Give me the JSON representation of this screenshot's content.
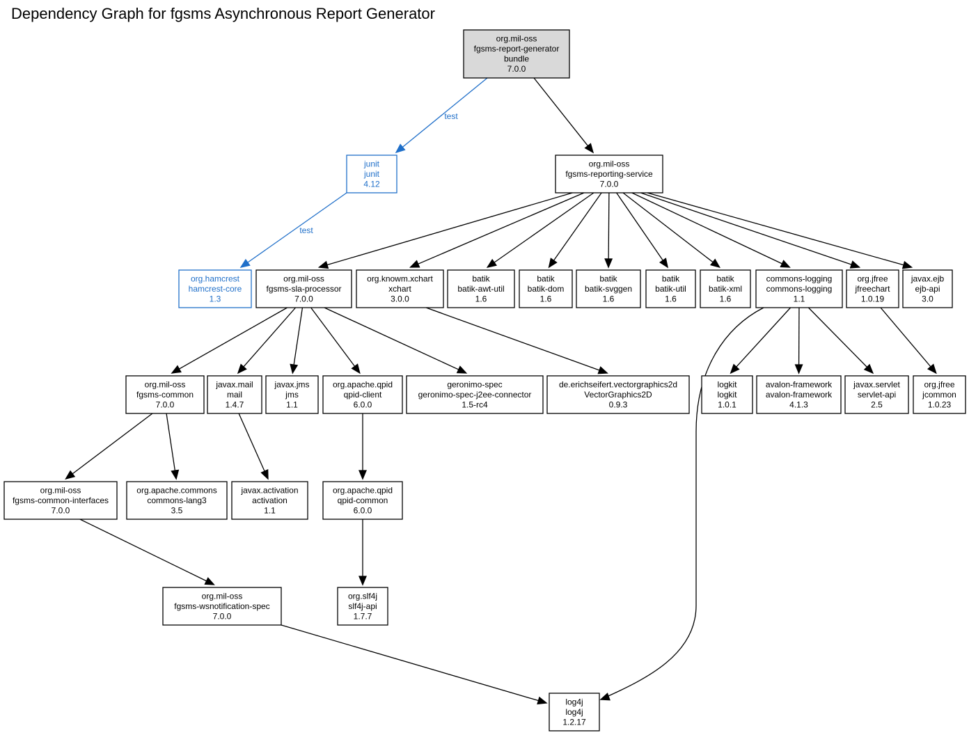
{
  "title": "Dependency Graph for fgsms Asynchronous Report Generator",
  "colors": {
    "test_edge": "#1f6fc9",
    "root_fill": "#d9d9d9",
    "default_edge": "#000000"
  },
  "nodes": [
    {
      "id": "root",
      "lines": [
        "org.mil-oss",
        "fgsms-report-generator",
        "bundle",
        "7.0.0"
      ],
      "style": "root"
    },
    {
      "id": "junit",
      "lines": [
        "junit",
        "junit",
        "4.12"
      ],
      "style": "test"
    },
    {
      "id": "reporting",
      "lines": [
        "org.mil-oss",
        "fgsms-reporting-service",
        "7.0.0"
      ]
    },
    {
      "id": "hamcrest",
      "lines": [
        "org.hamcrest",
        "hamcrest-core",
        "1.3"
      ],
      "style": "test"
    },
    {
      "id": "sla",
      "lines": [
        "org.mil-oss",
        "fgsms-sla-processor",
        "7.0.0"
      ]
    },
    {
      "id": "xchart",
      "lines": [
        "org.knowm.xchart",
        "xchart",
        "3.0.0"
      ]
    },
    {
      "id": "awt",
      "lines": [
        "batik",
        "batik-awt-util",
        "1.6"
      ]
    },
    {
      "id": "dom",
      "lines": [
        "batik",
        "batik-dom",
        "1.6"
      ]
    },
    {
      "id": "svggen",
      "lines": [
        "batik",
        "batik-svggen",
        "1.6"
      ]
    },
    {
      "id": "butil",
      "lines": [
        "batik",
        "batik-util",
        "1.6"
      ]
    },
    {
      "id": "bxml",
      "lines": [
        "batik",
        "batik-xml",
        "1.6"
      ]
    },
    {
      "id": "clog",
      "lines": [
        "commons-logging",
        "commons-logging",
        "1.1"
      ]
    },
    {
      "id": "jfreechart",
      "lines": [
        "org.jfree",
        "jfreechart",
        "1.0.19"
      ]
    },
    {
      "id": "ejb",
      "lines": [
        "javax.ejb",
        "ejb-api",
        "3.0"
      ]
    },
    {
      "id": "common",
      "lines": [
        "org.mil-oss",
        "fgsms-common",
        "7.0.0"
      ]
    },
    {
      "id": "mail",
      "lines": [
        "javax.mail",
        "mail",
        "1.4.7"
      ]
    },
    {
      "id": "jms",
      "lines": [
        "javax.jms",
        "jms",
        "1.1"
      ]
    },
    {
      "id": "qclient",
      "lines": [
        "org.apache.qpid",
        "qpid-client",
        "6.0.0"
      ]
    },
    {
      "id": "geronimo",
      "lines": [
        "geronimo-spec",
        "geronimo-spec-j2ee-connector",
        "1.5-rc4"
      ]
    },
    {
      "id": "vg2d",
      "lines": [
        "de.erichseifert.vectorgraphics2d",
        "VectorGraphics2D",
        "0.9.3"
      ]
    },
    {
      "id": "logkit",
      "lines": [
        "logkit",
        "logkit",
        "1.0.1"
      ]
    },
    {
      "id": "avalon",
      "lines": [
        "avalon-framework",
        "avalon-framework",
        "4.1.3"
      ]
    },
    {
      "id": "servlet",
      "lines": [
        "javax.servlet",
        "servlet-api",
        "2.5"
      ]
    },
    {
      "id": "jcommon",
      "lines": [
        "org.jfree",
        "jcommon",
        "1.0.23"
      ]
    },
    {
      "id": "ci",
      "lines": [
        "org.mil-oss",
        "fgsms-common-interfaces",
        "7.0.0"
      ]
    },
    {
      "id": "lang3",
      "lines": [
        "org.apache.commons",
        "commons-lang3",
        "3.5"
      ]
    },
    {
      "id": "activation",
      "lines": [
        "javax.activation",
        "activation",
        "1.1"
      ]
    },
    {
      "id": "qcommon",
      "lines": [
        "org.apache.qpid",
        "qpid-common",
        "6.0.0"
      ]
    },
    {
      "id": "wsn",
      "lines": [
        "org.mil-oss",
        "fgsms-wsnotification-spec",
        "7.0.0"
      ]
    },
    {
      "id": "slf4j",
      "lines": [
        "org.slf4j",
        "slf4j-api",
        "1.7.7"
      ]
    },
    {
      "id": "log4j",
      "lines": [
        "log4j",
        "log4j",
        "1.2.17"
      ]
    }
  ],
  "edges": [
    {
      "from": "root",
      "to": "junit",
      "label": "test",
      "style": "test"
    },
    {
      "from": "root",
      "to": "reporting"
    },
    {
      "from": "junit",
      "to": "hamcrest",
      "label": "test",
      "style": "test"
    },
    {
      "from": "reporting",
      "to": "sla"
    },
    {
      "from": "reporting",
      "to": "xchart"
    },
    {
      "from": "reporting",
      "to": "awt"
    },
    {
      "from": "reporting",
      "to": "dom"
    },
    {
      "from": "reporting",
      "to": "svggen"
    },
    {
      "from": "reporting",
      "to": "butil"
    },
    {
      "from": "reporting",
      "to": "bxml"
    },
    {
      "from": "reporting",
      "to": "clog"
    },
    {
      "from": "reporting",
      "to": "jfreechart"
    },
    {
      "from": "reporting",
      "to": "ejb"
    },
    {
      "from": "sla",
      "to": "common"
    },
    {
      "from": "sla",
      "to": "mail"
    },
    {
      "from": "sla",
      "to": "jms"
    },
    {
      "from": "sla",
      "to": "qclient"
    },
    {
      "from": "sla",
      "to": "geronimo"
    },
    {
      "from": "xchart",
      "to": "vg2d"
    },
    {
      "from": "clog",
      "to": "logkit"
    },
    {
      "from": "clog",
      "to": "avalon"
    },
    {
      "from": "clog",
      "to": "servlet"
    },
    {
      "from": "clog",
      "to": "log4j"
    },
    {
      "from": "jfreechart",
      "to": "jcommon"
    },
    {
      "from": "common",
      "to": "ci"
    },
    {
      "from": "common",
      "to": "lang3"
    },
    {
      "from": "mail",
      "to": "activation"
    },
    {
      "from": "qclient",
      "to": "qcommon"
    },
    {
      "from": "ci",
      "to": "wsn"
    },
    {
      "from": "qcommon",
      "to": "slf4j"
    },
    {
      "from": "wsn",
      "to": "log4j"
    }
  ]
}
